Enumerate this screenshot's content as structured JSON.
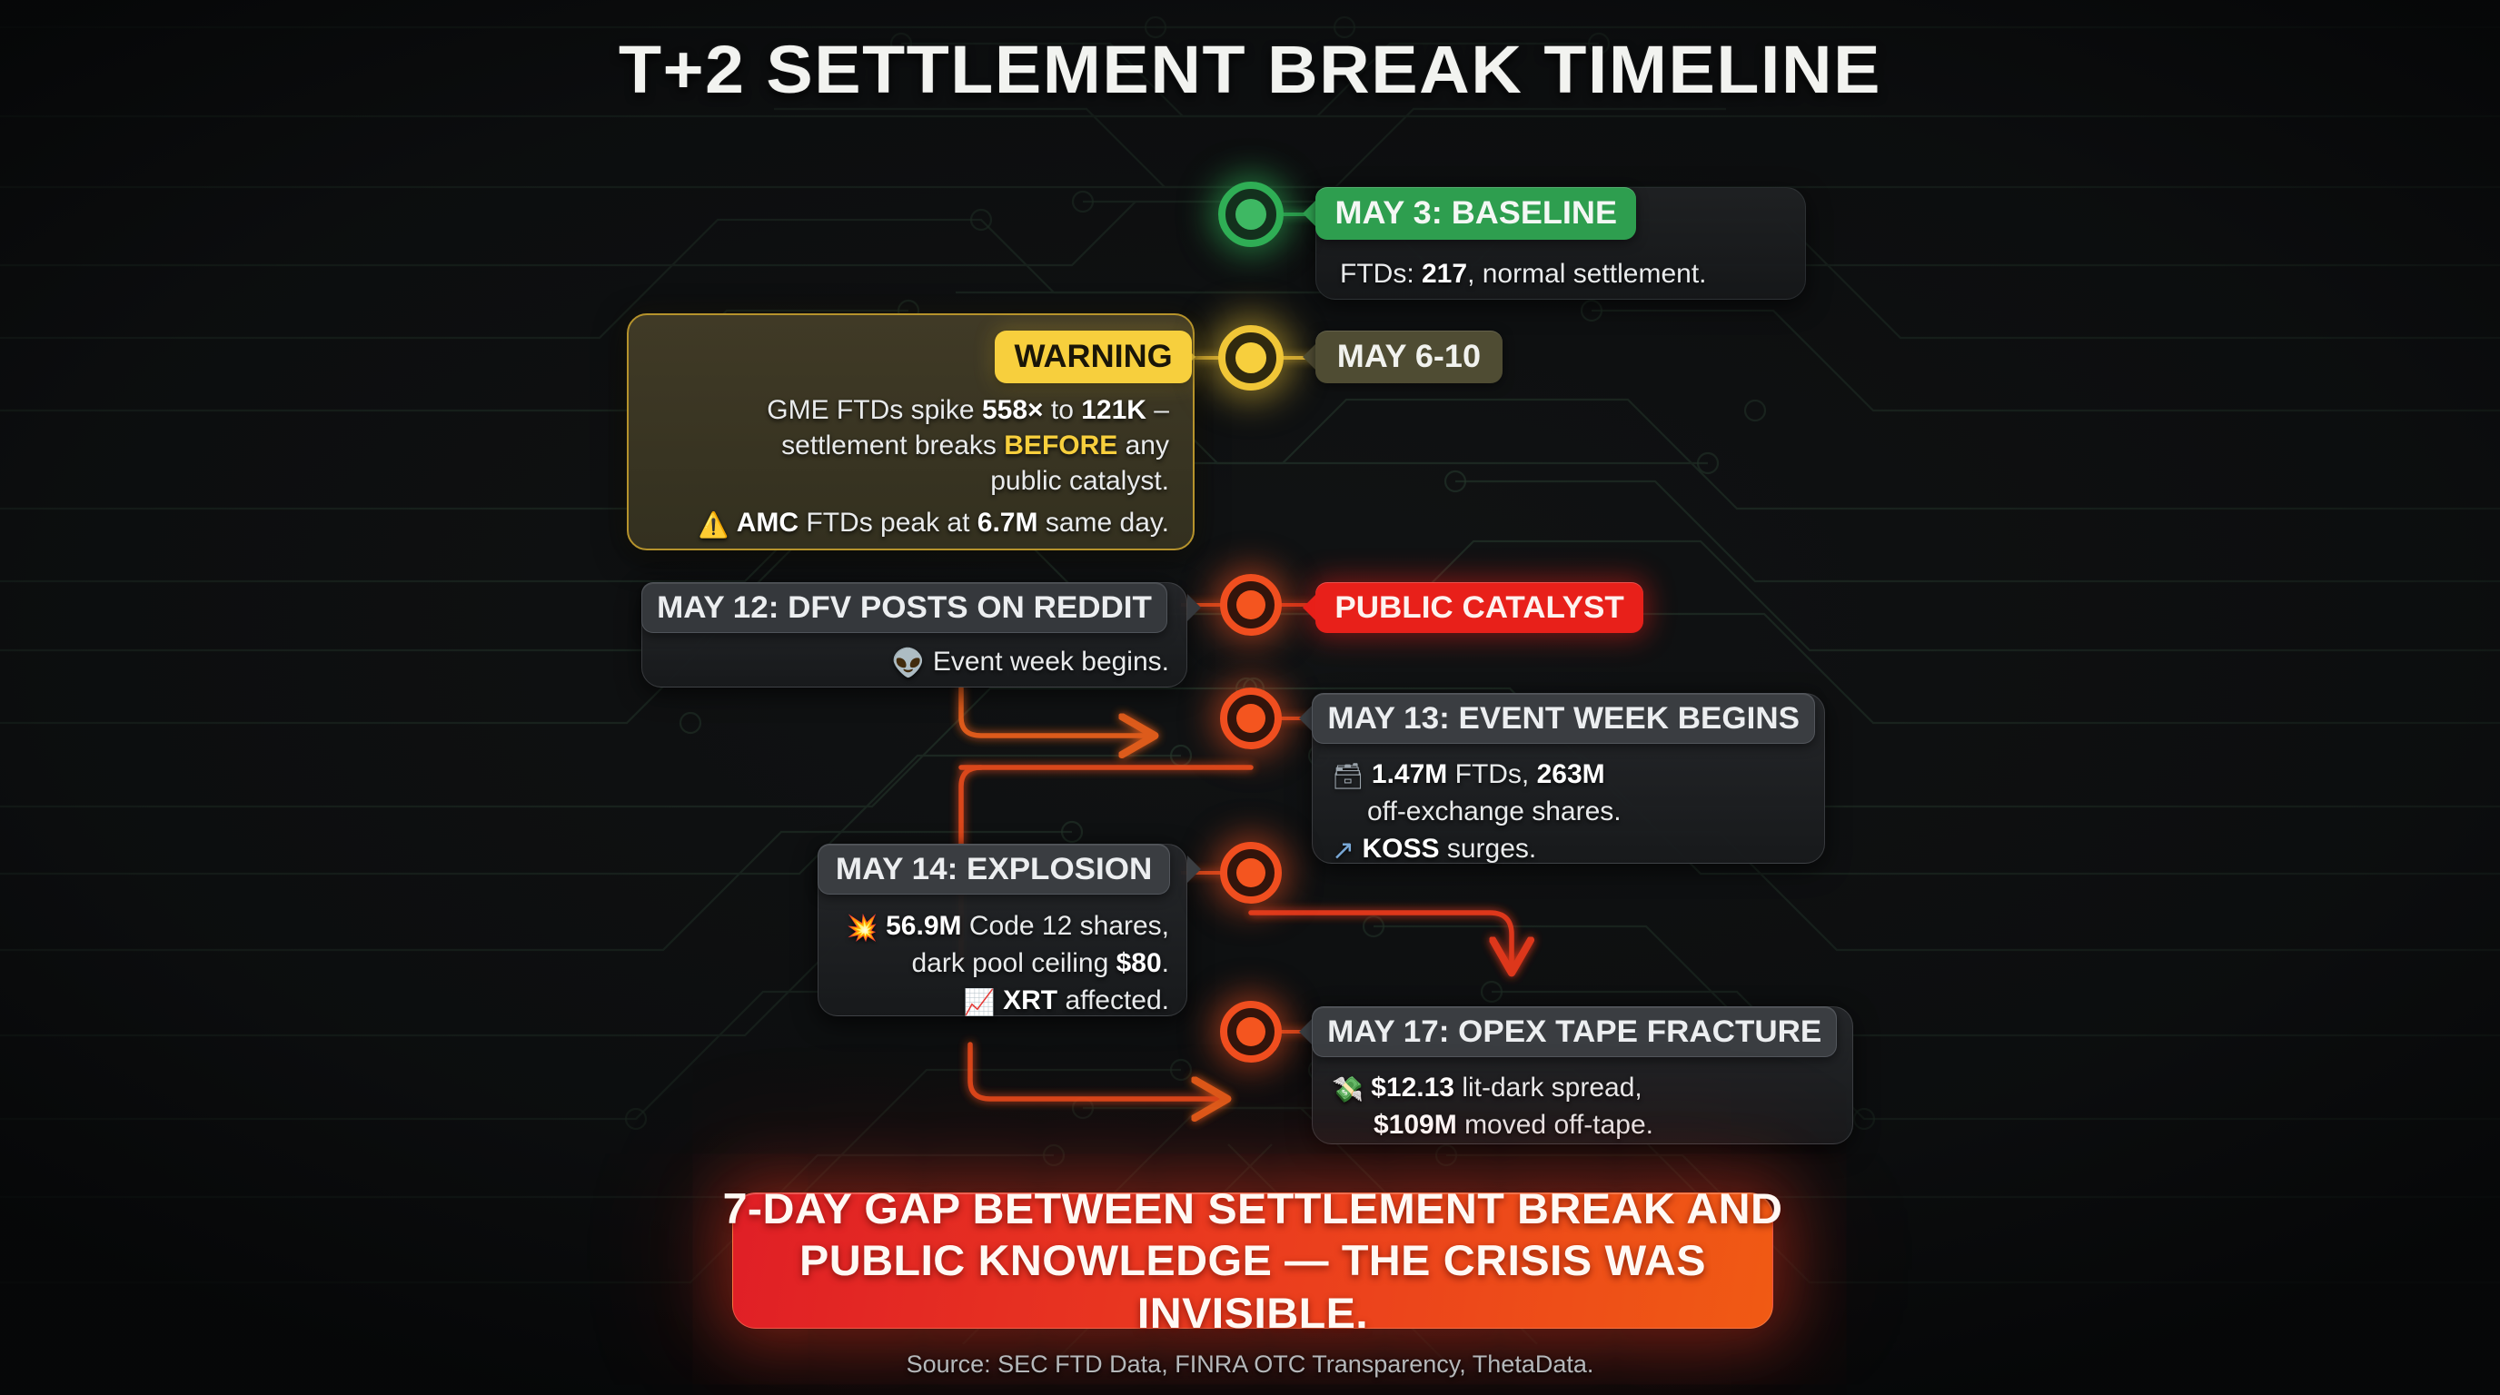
{
  "title": "T+2 SETTLEMENT BREAK TIMELINE",
  "source": "Source: SEC FTD Data, FINRA OTC Transparency, ThetaData.",
  "colors": {
    "baseline_green": "#2e9e4f",
    "warning_yellow": "#f5c93a",
    "olive_badge": "#4f4c33",
    "catalyst_red": "#e8201a",
    "node_orange": "#f4551f",
    "card_grey": "#26282b",
    "banner_from": "#e01f26",
    "banner_to": "#f05a14",
    "background": "#111314",
    "circuit_trace": "#223328"
  },
  "events": [
    {
      "id": "may3",
      "badge": "MAY 3: BASELINE",
      "badge_color": "green",
      "lines": [
        {
          "icon": "",
          "icon_name": "",
          "text": "FTDs: <b>217</b>, normal settlement."
        }
      ]
    },
    {
      "id": "may6",
      "badge": "MAY 6-10",
      "badge_color": "olive",
      "flag": "WARNING",
      "flag_color": "yellow",
      "lines": [
        {
          "icon": "",
          "icon_name": "",
          "text": "GME FTDs spike <b>558×</b> to <b>121K</b> &ndash;"
        },
        {
          "icon": "",
          "icon_name": "",
          "text": "settlement breaks <b class=\"hl\">BEFORE</b> any"
        },
        {
          "icon": "",
          "icon_name": "",
          "text": "public catalyst."
        },
        {
          "icon": "⚠️",
          "icon_name": "warning-triangle-icon",
          "text": "<b>AMC</b> FTDs peak at <b>6.7M</b> same day."
        }
      ]
    },
    {
      "id": "may12",
      "badge": "MAY 12: DFV POSTS ON REDDIT",
      "badge_color": "grey",
      "flag": "PUBLIC CATALYST",
      "flag_color": "red",
      "lines": [
        {
          "icon": "👽",
          "icon_name": "reddit-alien-icon",
          "text": "Event week begins."
        }
      ]
    },
    {
      "id": "may13",
      "badge": "MAY 13: EVENT WEEK BEGINS",
      "badge_color": "grey",
      "lines": [
        {
          "icon": "🗄",
          "icon_name": "database-stack-icon",
          "text": "<b>1.47M</b> FTDs, <b>263M</b>"
        },
        {
          "icon": "",
          "icon_name": "",
          "text": "off-exchange shares."
        },
        {
          "icon": "↗",
          "icon_name": "arrow-up-right-icon",
          "text": "<b>KOSS</b> surges."
        }
      ]
    },
    {
      "id": "may14",
      "badge": "MAY 14: EXPLOSION",
      "badge_color": "grey",
      "lines": [
        {
          "icon": "💥",
          "icon_name": "explosion-icon",
          "text": "<b>56.9M</b> Code 12 shares,"
        },
        {
          "icon": "",
          "icon_name": "",
          "text": "dark pool ceiling <b>$80</b>."
        },
        {
          "icon": "📈",
          "icon_name": "chart-increasing-icon",
          "text": "<b>XRT</b> affected."
        }
      ]
    },
    {
      "id": "may17",
      "badge": "MAY 17: OPEX TAPE FRACTURE",
      "badge_color": "grey",
      "lines": [
        {
          "icon": "💸",
          "icon_name": "money-with-wings-icon",
          "text": "<b>$12.13</b> lit-dark spread,"
        },
        {
          "icon": "",
          "icon_name": "",
          "text": "<b>$109M</b> moved off-tape."
        }
      ]
    }
  ],
  "banner": {
    "line1": "7-DAY GAP BETWEEN SETTLEMENT BREAK AND",
    "line2": "PUBLIC KNOWLEDGE — THE CRISIS WAS INVISIBLE."
  }
}
